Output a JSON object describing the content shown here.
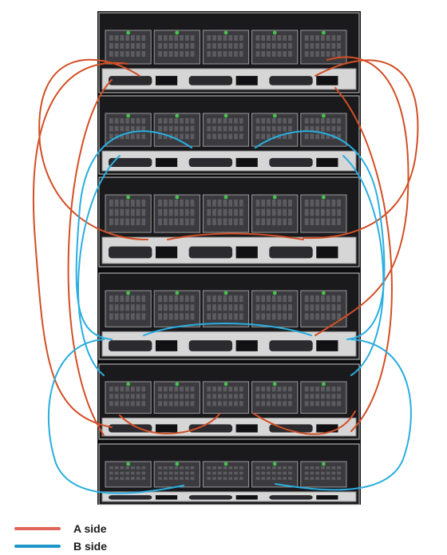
{
  "diagram": {
    "rack_chassis_count": 6,
    "drawers_per_chassis": 5,
    "drive_status_led_color": "#46c24a"
  },
  "legend": {
    "items": [
      {
        "label": "A side",
        "color": "#e0665a",
        "line_color": "#d24f26"
      },
      {
        "label": "B side",
        "color": "#1f98c8",
        "line_color": "#2aaee0"
      }
    ]
  }
}
